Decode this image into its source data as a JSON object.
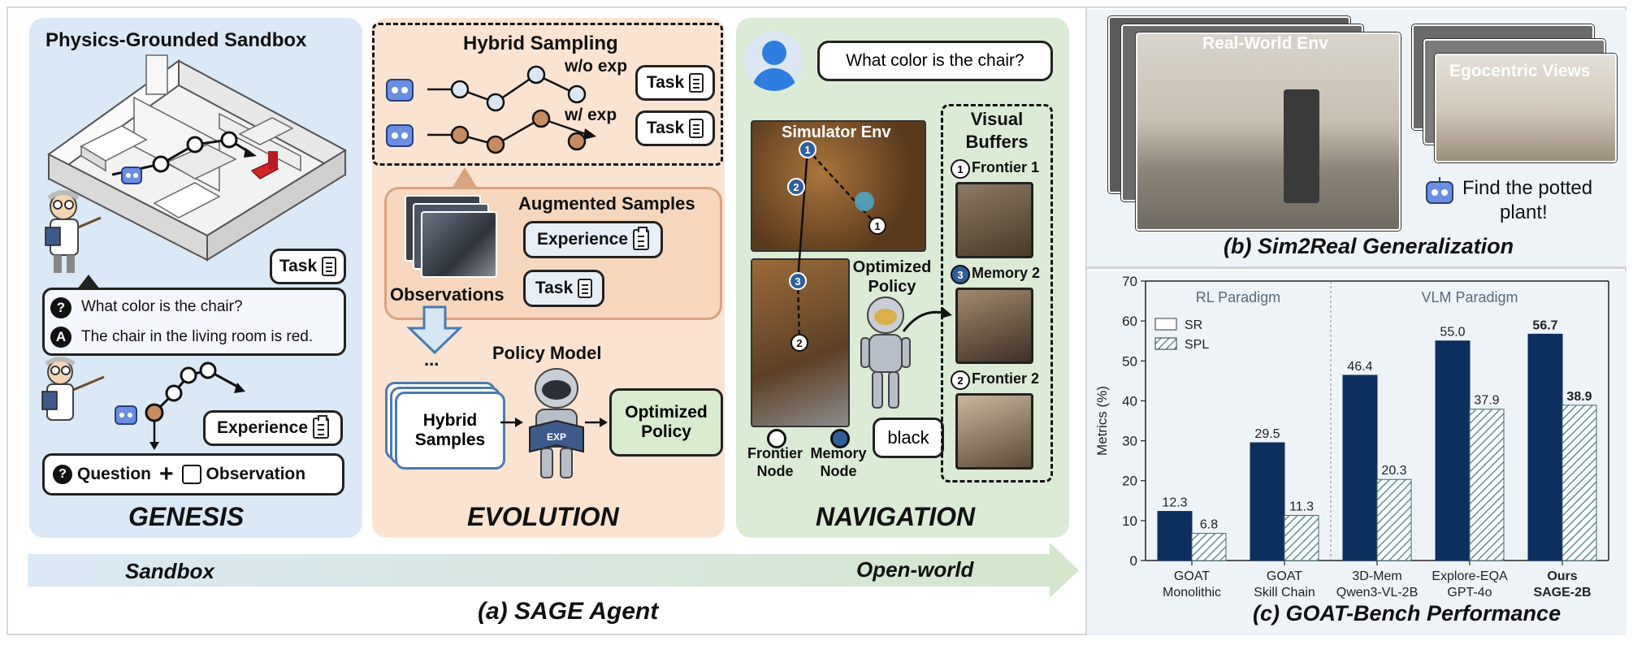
{
  "genesis": {
    "title": "Physics-Grounded Sandbox",
    "task_label": "Task",
    "question_text": "What color is the chair?",
    "answer_text": "The chair in the living room is red.",
    "question_badge": "?",
    "answer_badge": "A",
    "experience_label": "Experience",
    "question_label": "Question",
    "plus": "+",
    "observation_label": "Observation",
    "footer": "GENESIS"
  },
  "evolution": {
    "hybrid_title": "Hybrid Sampling",
    "wo_exp": "w/o exp",
    "w_exp": "w/ exp",
    "task_label": "Task",
    "augmented_title": "Augmented Samples",
    "experience_label": "Experience",
    "observations_label": "Observations",
    "ellipsis": "...",
    "policy_model_label": "Policy Model",
    "hybrid_samples_line1": "Hybrid",
    "hybrid_samples_line2": "Samples",
    "book_label": "EXP",
    "optimized_line1": "Optimized",
    "optimized_line2": "Policy",
    "footer": "EVOLUTION"
  },
  "navigation": {
    "question": "What color is the chair?",
    "simulator_label": "Simulator Env",
    "optimized_line1": "Optimized",
    "optimized_line2": "Policy",
    "answer": "black",
    "visual_buffers_line1": "Visual",
    "visual_buffers_line2": "Buffers",
    "frontier1": "Frontier 1",
    "memory2": "Memory 2",
    "frontier2": "Frontier 2",
    "num1": "1",
    "num2": "2",
    "num3": "3",
    "frontier_node_line1": "Frontier",
    "frontier_node_line2": "Node",
    "memory_node_line1": "Memory",
    "memory_node_line2": "Node",
    "footer": "NAVIGATION"
  },
  "bottom": {
    "sandbox": "Sandbox",
    "openworld": "Open-world",
    "caption_a": "(a) SAGE Agent"
  },
  "sim2real": {
    "real_world_label": "Real-World Env",
    "egocentric_label": "Egocentric Views",
    "instruction_line1": "Find the potted",
    "instruction_line2": "plant!",
    "caption": "(b) Sim2Real Generalization"
  },
  "colors": {
    "navy": "#0d2f5e",
    "hatch": "#5f8f96",
    "robot_blue": "#2f63c9",
    "node_brown": "#c68b5e",
    "node_light": "#dce7f3",
    "genesis_bg": "#dbe8f5",
    "evolution_bg": "#fbe3d2",
    "navigation_bg": "#dcebd6",
    "policy_green": "#d9ecd0"
  },
  "chart_data": {
    "type": "bar",
    "title": "",
    "xlabel": "",
    "ylabel": "Metrics (%)",
    "ylim": [
      0,
      70
    ],
    "yticks": [
      0,
      10,
      20,
      30,
      40,
      50,
      60,
      70
    ],
    "grid": false,
    "legend_position": "top-left",
    "group_titles": [
      {
        "label": "RL Paradigm",
        "categories": [
          0,
          1
        ]
      },
      {
        "label": "VLM Paradigm",
        "categories": [
          2,
          3,
          4
        ]
      }
    ],
    "categories": [
      {
        "line1": "GOAT",
        "line2": "Monolithic",
        "bold": false
      },
      {
        "line1": "GOAT",
        "line2": "Skill Chain",
        "bold": false
      },
      {
        "line1": "3D-Mem",
        "line2": "Qwen3-VL-2B",
        "bold": false
      },
      {
        "line1": "Explore-EQA",
        "line2": "GPT-4o",
        "bold": false
      },
      {
        "line1": "Ours",
        "line2": "SAGE-2B",
        "bold": true
      }
    ],
    "series": [
      {
        "name": "SR",
        "values": [
          12.3,
          29.5,
          46.4,
          55.0,
          56.7
        ],
        "color": "#0d2f5e"
      },
      {
        "name": "SPL",
        "values": [
          6.8,
          11.3,
          20.3,
          37.9,
          38.9
        ],
        "color": "#5f8f96"
      }
    ],
    "value_labels": [
      [
        "12.3",
        "29.5",
        "46.4",
        "55.0",
        "56.7"
      ],
      [
        "6.8",
        "11.3",
        "20.3",
        "37.9",
        "38.9"
      ]
    ],
    "caption": "(c) GOAT-Bench Performance"
  }
}
